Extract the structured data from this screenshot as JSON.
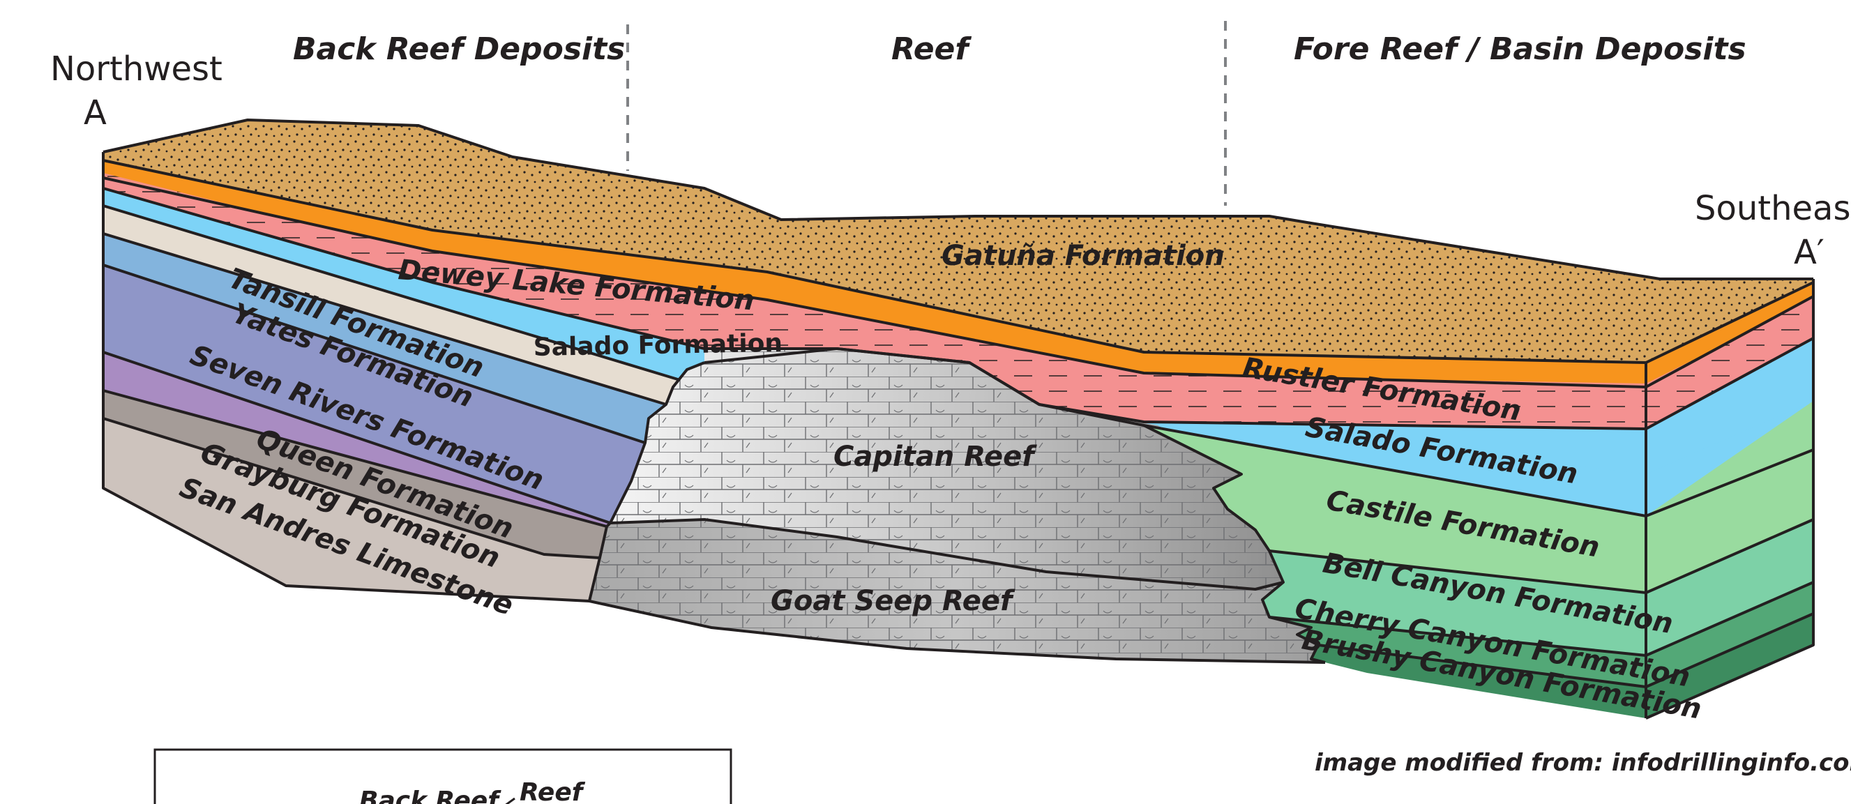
{
  "headers": {
    "back_reef": "Back Reef Deposits",
    "reef": "Reef",
    "fore_reef": "Fore Reef / Basin Deposits"
  },
  "directions": {
    "northwest": "Northwest",
    "a": "A",
    "southeast": "Southeast",
    "a_prime": "A′"
  },
  "formations": {
    "gatuna": "Gatuña Formation",
    "dewey_lake": "Dewey Lake Formation",
    "rustler": "Rustler Formation",
    "salado_back": "Salado Formation",
    "salado_basin": "Salado Formation",
    "tansill": "Tansill Formation",
    "yates": "Yates Formation",
    "seven_rivers": "Seven Rivers Formation",
    "queen": "Queen Formation",
    "grayburg": "Grayburg Formation",
    "san_andres": "San Andres Limestone",
    "capitan": "Capitan Reef",
    "goat_seep": "Goat Seep Reef",
    "castile": "Castile Formation",
    "bell_canyon": "Bell Canyon Formation",
    "cherry_canyon": "Cherry Canyon Formation",
    "brushy_canyon": "Brushy Canyon Formation"
  },
  "credit": "image modified from: infodrillinginfo.com",
  "legend": {
    "back_reef": "Back Reef",
    "reef": "Reef"
  },
  "colors": {
    "gatuna": "#d9a860",
    "dewey_lake": "#f7941d",
    "rustler": "#f49191",
    "salado": "#7dd3f7",
    "tansill": "#e6ddd1",
    "yates": "#83b4dd",
    "seven_rivers": "#8f96c8",
    "queen": "#a98cc2",
    "grayburg": "#a59c98",
    "san_andres": "#cdc3bd",
    "capitan": "#c9c9c9",
    "goat_seep": "#b3b3b3",
    "castile": "#99db9f",
    "bell_canyon": "#7dd1a7",
    "cherry_canyon": "#53a877",
    "brushy_canyon": "#3d8c5f"
  }
}
